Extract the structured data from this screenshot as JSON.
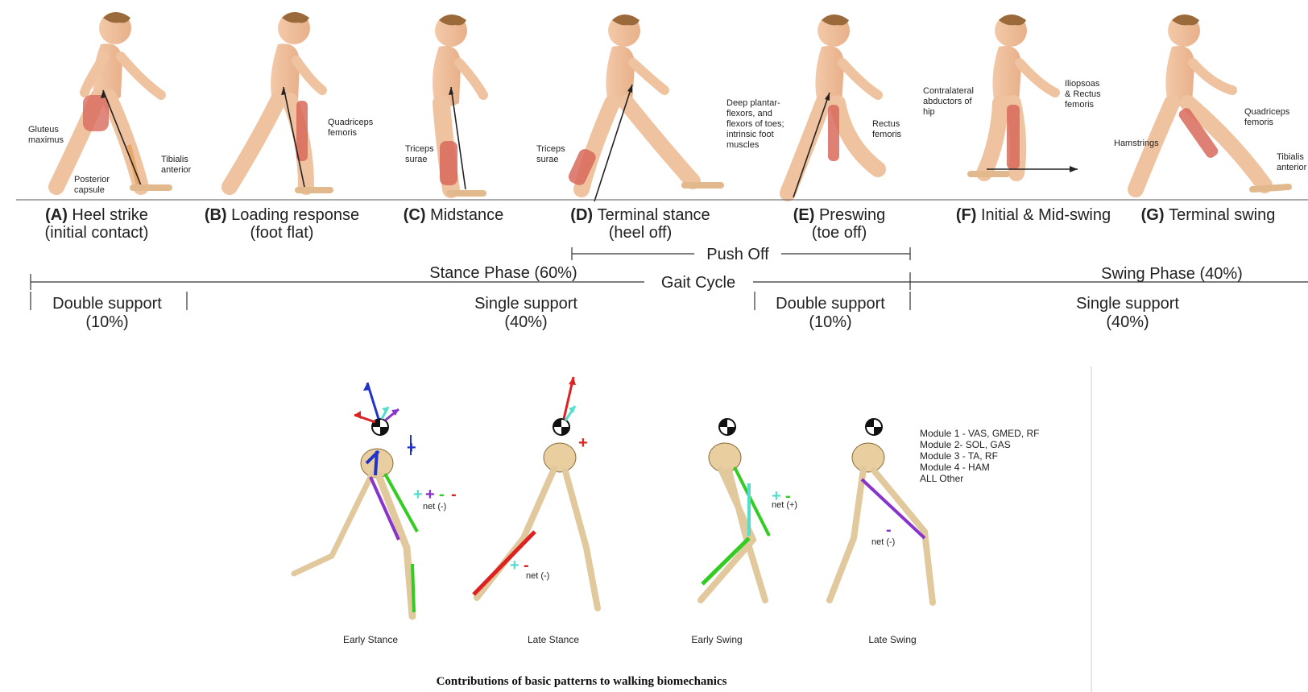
{
  "top_figure": {
    "phases": [
      {
        "letter": "(A)",
        "name": "Heel strike",
        "sub": "(initial contact)"
      },
      {
        "letter": "(B)",
        "name": "Loading response",
        "sub": "(foot flat)"
      },
      {
        "letter": "(C)",
        "name": "Midstance",
        "sub": ""
      },
      {
        "letter": "(D)",
        "name": "Terminal stance",
        "sub": "(heel off)"
      },
      {
        "letter": "(E)",
        "name": "Preswing",
        "sub": "(toe off)"
      },
      {
        "letter": "(F)",
        "name": "Initial & Mid-swing",
        "sub": ""
      },
      {
        "letter": "(G)",
        "name": "Terminal swing",
        "sub": ""
      }
    ],
    "muscle_labels": {
      "gluteus": "Gluteus\nmaximus",
      "posterior_capsule": "Posterior\ncapsule",
      "tibialis_a": "Tibialis\nanterior",
      "quadriceps_b": "Quadriceps\nfemoris",
      "triceps_c": "Triceps\nsurae",
      "triceps_d": "Triceps\nsurae",
      "deep_plantar": "Deep plantar-\nflexors, and\nflexors of toes;\nintrinsic foot\nmuscles",
      "rectus": "Rectus\nfemoris",
      "contralateral": "Contralateral\nabductors of\nhip",
      "iliopsoas": "Iliopsoas\n& Rectus\nfemoris",
      "hamstrings": "Hamstrings",
      "quadriceps_g": "Quadriceps\nfemoris",
      "tibialis_g": "Tibialis\nanterior"
    },
    "push_off": "Push Off",
    "stance_phase": "Stance Phase (60%)",
    "gait_cycle": "Gait Cycle",
    "swing_phase": "Swing Phase (40%)",
    "supports": [
      {
        "label": "Double support",
        "pct": "(10%)"
      },
      {
        "label": "Single support",
        "pct": "(40%)"
      },
      {
        "label": "Double support",
        "pct": "(10%)"
      },
      {
        "label": "Single support",
        "pct": "(40%)"
      }
    ]
  },
  "bottom_figure": {
    "poses": [
      "Early Stance",
      "Late Stance",
      "Early Swing",
      "Late Swing"
    ],
    "legend": [
      {
        "text": "Module 1 - VAS, GMED, RF",
        "color": "#2233cc"
      },
      {
        "text": "Module 2- SOL, GAS",
        "color": "#dd2222"
      },
      {
        "text": "Module 3 - TA, RF",
        "color": "#33cc22"
      },
      {
        "text": "Module 4 - HAM",
        "color": "#8833cc"
      },
      {
        "text": "ALL Other",
        "color": "#55ddcc"
      }
    ],
    "nets": [
      "net (-)",
      "net (-)",
      "net (+)",
      "net (-)"
    ],
    "caption": "Contributions of basic patterns to walking biomechanics"
  }
}
